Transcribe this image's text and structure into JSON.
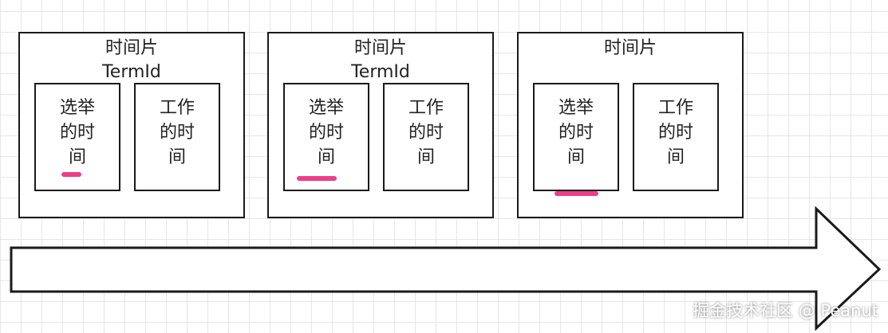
{
  "terms": [
    {
      "title": "时间片",
      "sub": "TermId",
      "election": "选举\n的时\n间",
      "work": "工作\n的时\n间"
    },
    {
      "title": "时间片",
      "sub": "TermId",
      "election": "选举\n的时\n间",
      "work": "工作\n的时\n间"
    },
    {
      "title": "时间片",
      "sub": "",
      "election": "选举\n的时\n间",
      "work": "工作\n的时\n间"
    }
  ],
  "colors": {
    "highlight": "#ee3d8b",
    "stroke": "#1a1a1a",
    "grid": "#e6e6e6"
  },
  "watermark": "掘金技术社区 @ Peanut"
}
